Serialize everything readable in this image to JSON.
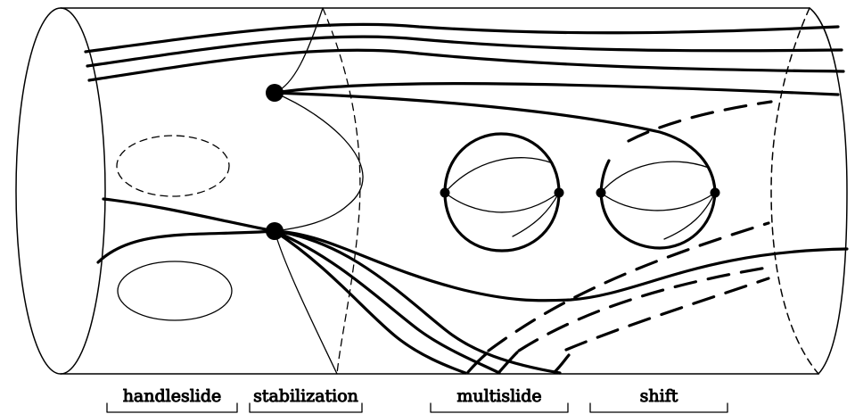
{
  "stroke_color": "#000000",
  "background": "#ffffff",
  "move_labels": {
    "handleslide": "handleslide",
    "stabilization": "stabilization",
    "multislide": "multislide",
    "shift": "shift"
  }
}
